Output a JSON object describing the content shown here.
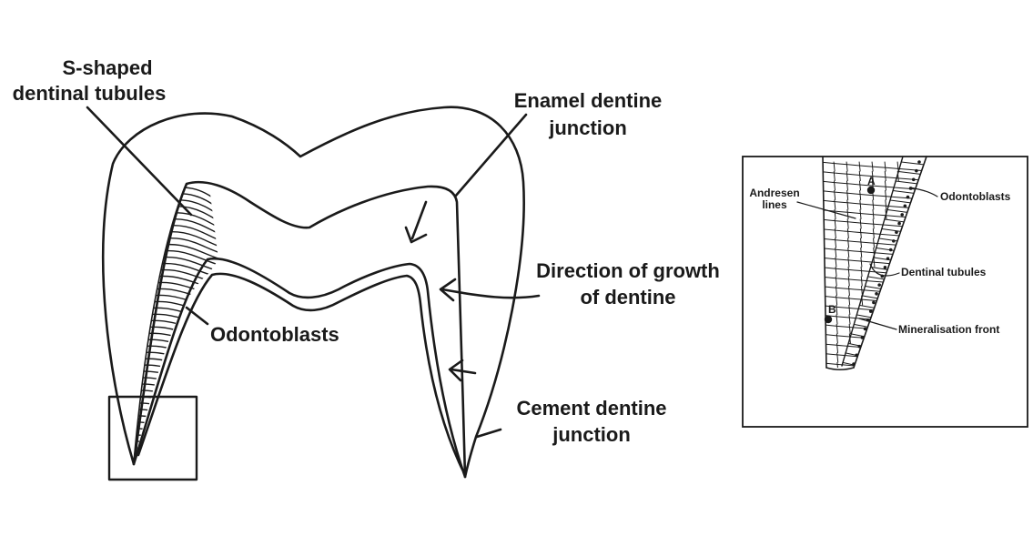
{
  "main_diagram": {
    "labels": {
      "s_shaped_line1": "S-shaped",
      "s_shaped_line2": "dentinal tubules",
      "enamel_line1": "Enamel dentine",
      "enamel_line2": "junction",
      "growth_line1": "Direction of growth",
      "growth_line2": "of dentine",
      "odontoblasts": "Odontoblasts",
      "cement_line1": "Cement dentine",
      "cement_line2": "junction"
    }
  },
  "inset_diagram": {
    "labels": {
      "point_a": "A",
      "point_b": "B",
      "andresen_line1": "Andresen",
      "andresen_line2": "lines",
      "odontoblasts": "Odontoblasts",
      "dentinal_tubules": "Dentinal tubules",
      "mineralisation_front": "Mineralisation front"
    }
  }
}
